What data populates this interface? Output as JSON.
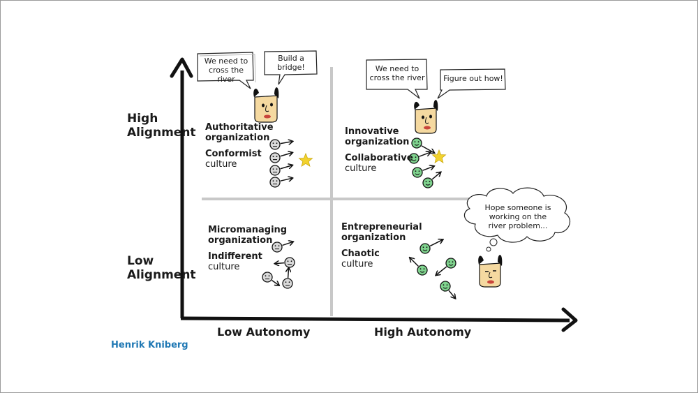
{
  "axes": {
    "y_high": "High\nAlignment",
    "y_low": "Low\nAlignment",
    "x_low": "Low Autonomy",
    "x_high": "High Autonomy"
  },
  "quadrants": {
    "top_left": {
      "org": "Authoritative\norganization",
      "culture_bold": "Conformist",
      "culture": "culture"
    },
    "top_right": {
      "org": "Innovative\norganization",
      "culture_bold": "Collaborative",
      "culture": "culture"
    },
    "bottom_left": {
      "org": "Micromanaging\norganization",
      "culture_bold": "Indifferent",
      "culture": "culture"
    },
    "bottom_right": {
      "org": "Entrepreneurial\norganization",
      "culture_bold": "Chaotic",
      "culture": "culture"
    }
  },
  "bubbles": {
    "tl_1": "We need to\ncross the river",
    "tl_2": "Build a\nbridge!",
    "tr_1": "We need to\ncross the river",
    "tr_2": "Figure out how!",
    "br_thought": "Hope someone is\nworking on the\nriver problem..."
  },
  "credit": "Henrik Kniberg",
  "colors": {
    "ink": "#111111",
    "grid": "#c8c8c8",
    "face_gray": "#d9d9d9",
    "face_green": "#7fd38e",
    "star": "#f2d22e",
    "leader_skin": "#f5d9a0",
    "credit_blue": "#1f78b4"
  }
}
